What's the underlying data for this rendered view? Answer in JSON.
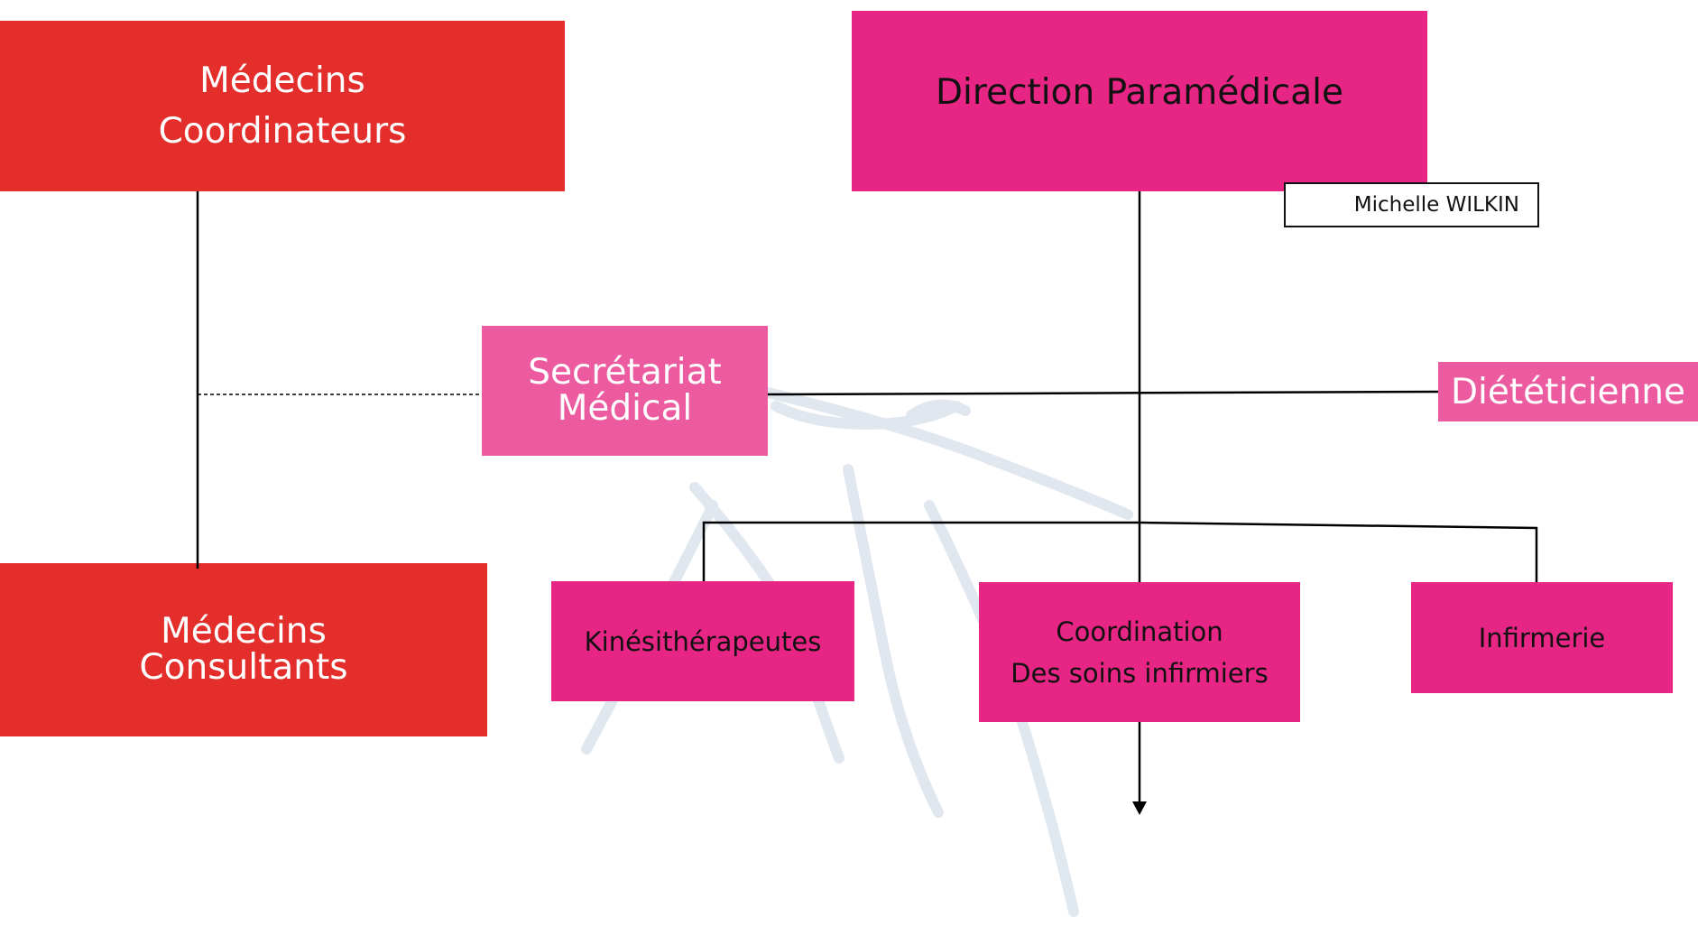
{
  "colors": {
    "red": "#e32e2b",
    "magenta": "#e72584",
    "light_magenta": "#ec5aa0",
    "line": "#000000",
    "watermark": "#dde5ee"
  },
  "nodes": {
    "medecins_coordinateurs": {
      "line1": "Médecins",
      "line2": "Coordinateurs"
    },
    "medecins_consultants": {
      "line1": "Médecins",
      "line2": "Consultants"
    },
    "direction_paramedicale": {
      "label": "Direction Paramédicale"
    },
    "michelle_wilkin": {
      "label": "Michelle WILKIN"
    },
    "secretariat_medical": {
      "line1": "Secrétariat",
      "line2": "Médical"
    },
    "dieteticienne": {
      "label": "Diététicienne"
    },
    "kinesitherapeutes": {
      "label": "Kinésithérapeutes"
    },
    "coordination": {
      "line1": "Coordination",
      "line2": "Des soins infirmiers"
    },
    "infirmerie": {
      "label": "Infirmerie"
    }
  }
}
